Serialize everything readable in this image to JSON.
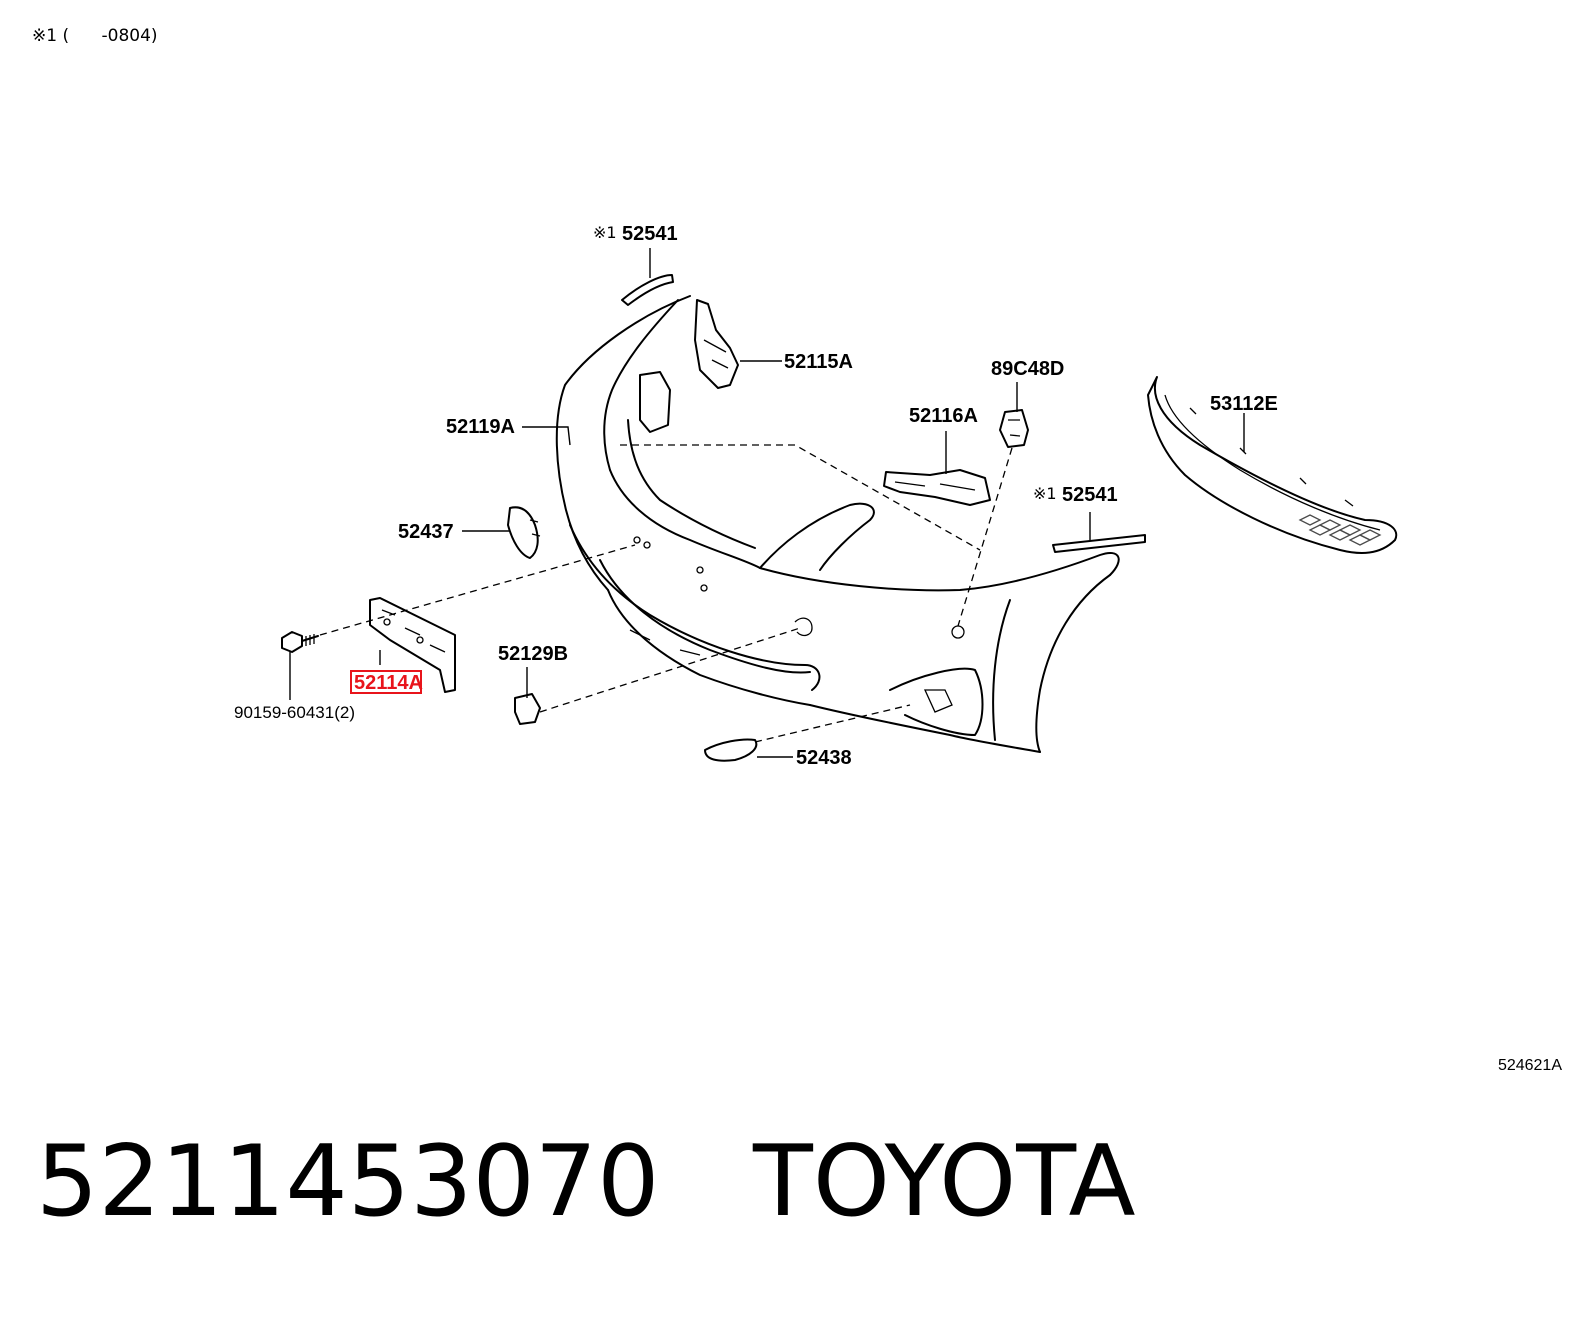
{
  "note": "※1 (      -0804)",
  "figure_code": "524621A",
  "part_number": "5211453070",
  "brand": "TOYOTA",
  "highlight_color": "#e8141b",
  "callouts": {
    "c52541_top": "52541",
    "c52541_top_mark": "※1",
    "c52115A": "52115A",
    "c89C48D": "89C48D",
    "c52119A": "52119A",
    "c52116A": "52116A",
    "c53112E": "53112E",
    "c52541_right": "52541",
    "c52541_right_mark": "※1",
    "c52437": "52437",
    "c52129B": "52129B",
    "c52114A": "52114A",
    "c90159": "90159-60431(2)",
    "c52438": "52438"
  }
}
